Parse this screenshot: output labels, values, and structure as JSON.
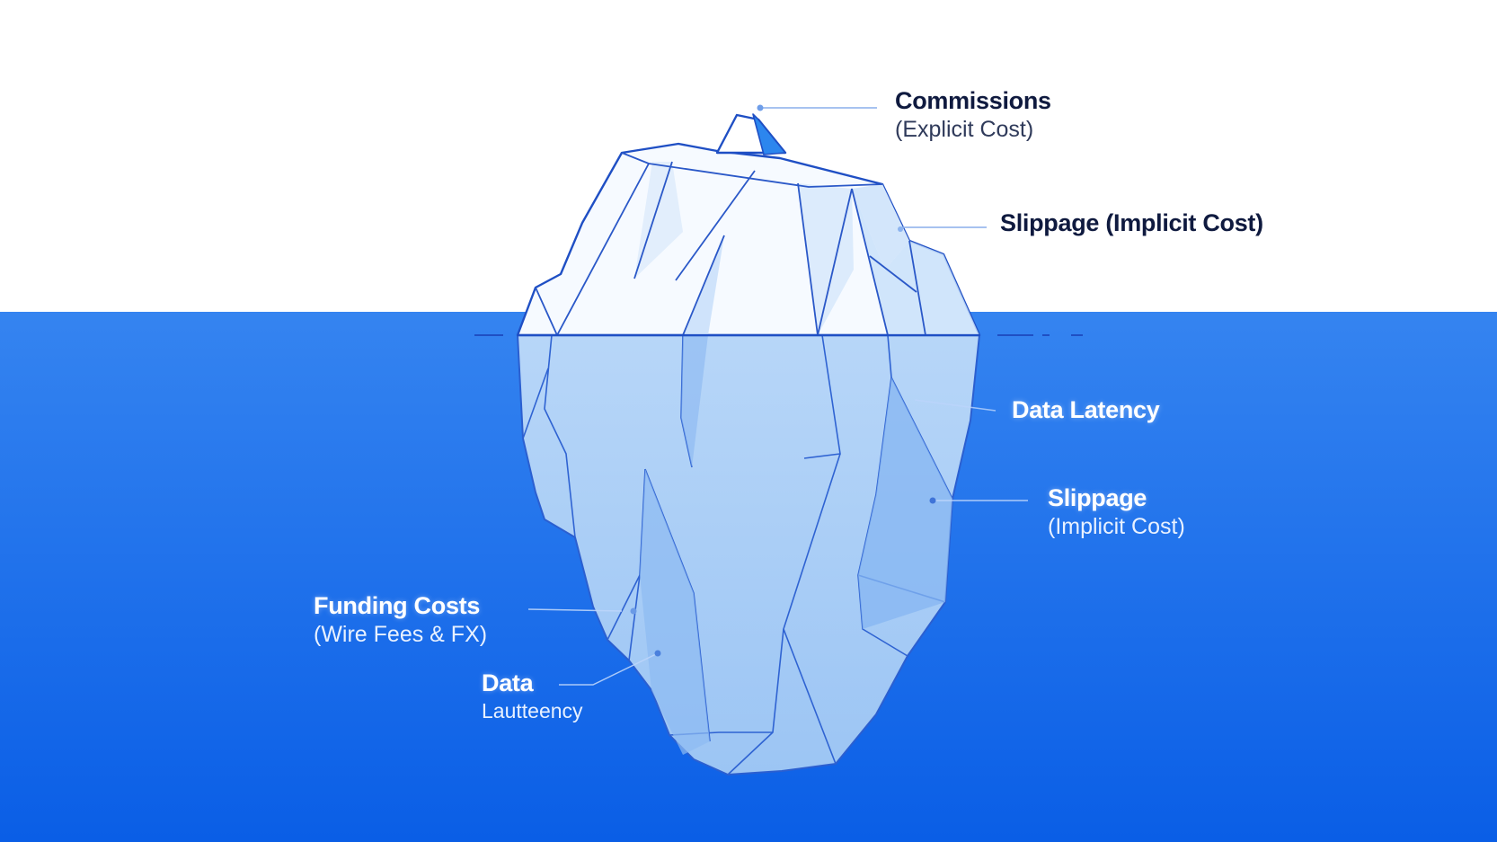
{
  "labels": {
    "commissions": {
      "title": "Commissions",
      "subtitle": "(Explicit Cost)"
    },
    "slippage_top": {
      "title": "Slippage (Implicit Cost)"
    },
    "data_latency_right": {
      "title": "Data Latency"
    },
    "slippage_bottom": {
      "title": "Slippage",
      "subtitle": "(Implicit Cost)"
    },
    "funding_costs": {
      "title": "Funding Costs",
      "subtitle": "(Wire Fees & FX)"
    },
    "data_latency_left": {
      "title": "Data",
      "subtitle": "Lautteency"
    }
  },
  "colors": {
    "sky": "#ffffff",
    "water_top": "#2f7fef",
    "water_bottom": "#0a5fe6",
    "ice_outline": "#1f4fc4",
    "ice_above": "#f4f9ff",
    "ice_below": "#a9cdf6",
    "leader_line": "#7fa8ef"
  }
}
